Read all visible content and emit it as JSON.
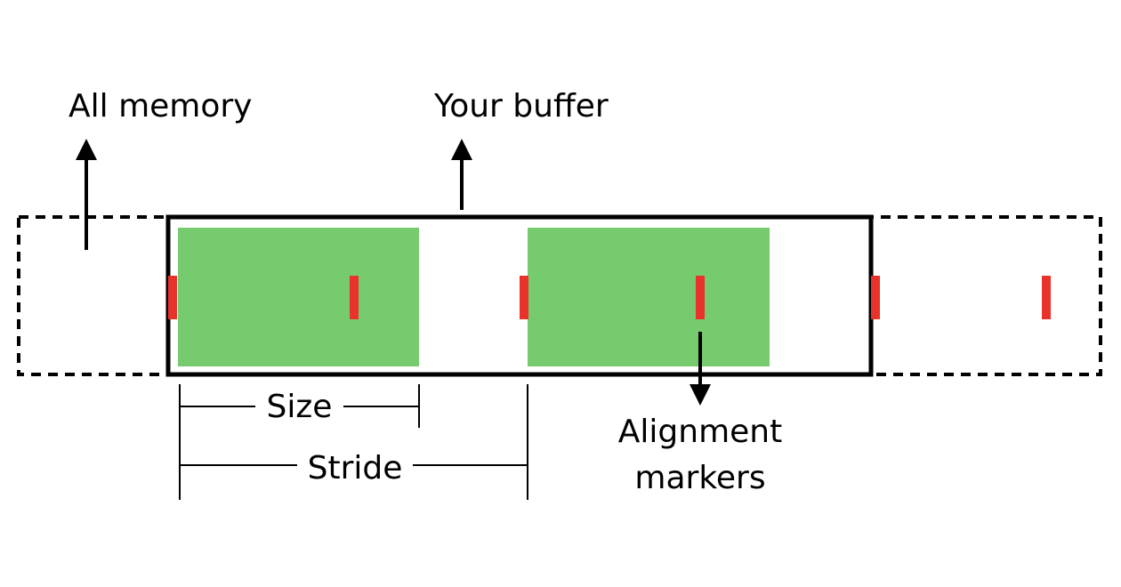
{
  "labels": {
    "all_memory": "All memory",
    "your_buffer": "Your buffer",
    "size": "Size",
    "stride": "Stride",
    "alignment_line1": "Alignment",
    "alignment_line2": "markers"
  },
  "colors": {
    "element_fill": "#75CB6E",
    "marker": "#E8322A",
    "outline": "#000000",
    "background": "#FFFFFF"
  }
}
